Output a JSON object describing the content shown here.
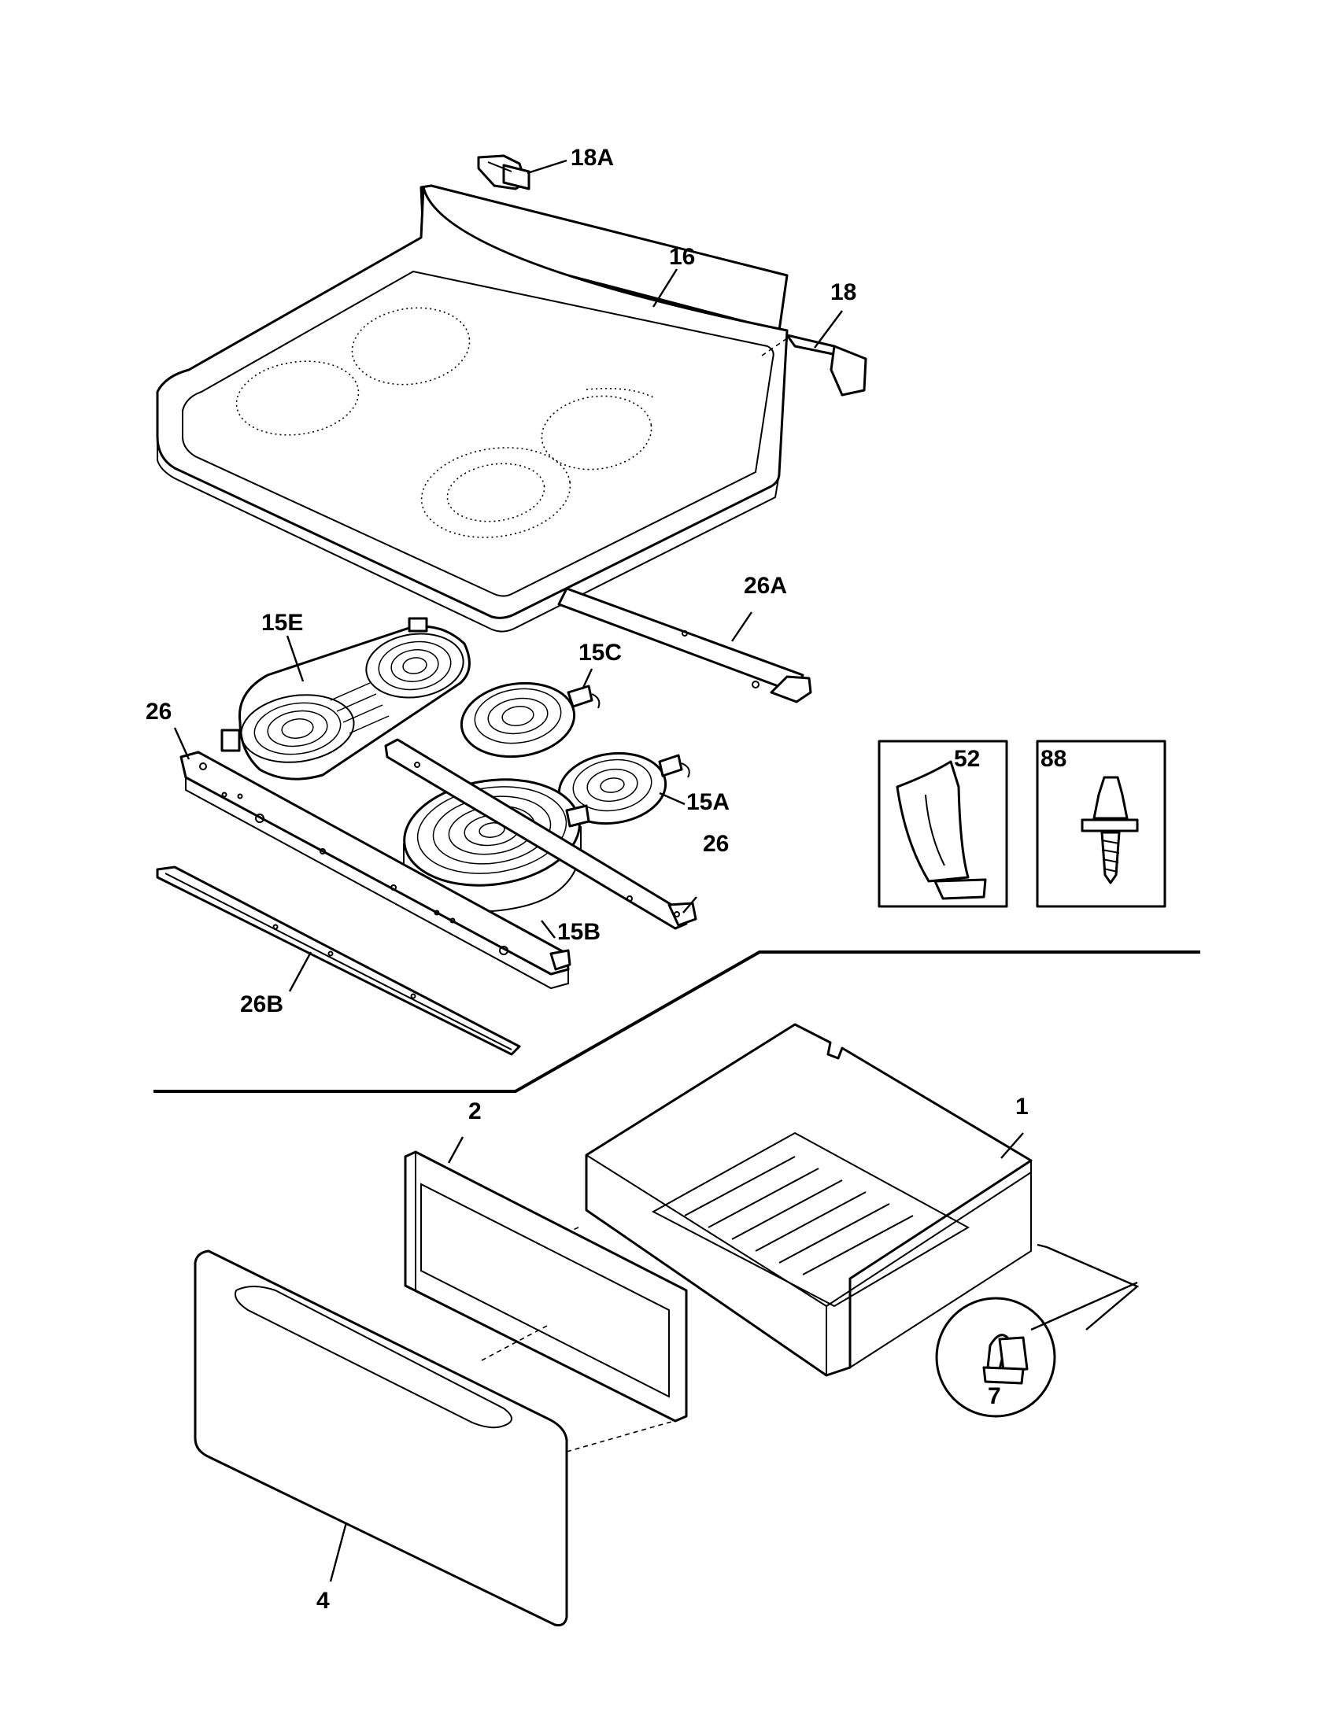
{
  "callouts": {
    "c18A": "18A",
    "c16": "16",
    "c18": "18",
    "c26A": "26A",
    "c15E": "15E",
    "c15C": "15C",
    "c26_left": "26",
    "c15A": "15A",
    "c26_right": "26",
    "c15B": "15B",
    "c26B": "26B",
    "c52": "52",
    "c88": "88",
    "c2": "2",
    "c1": "1",
    "c7": "7",
    "c4": "4"
  }
}
